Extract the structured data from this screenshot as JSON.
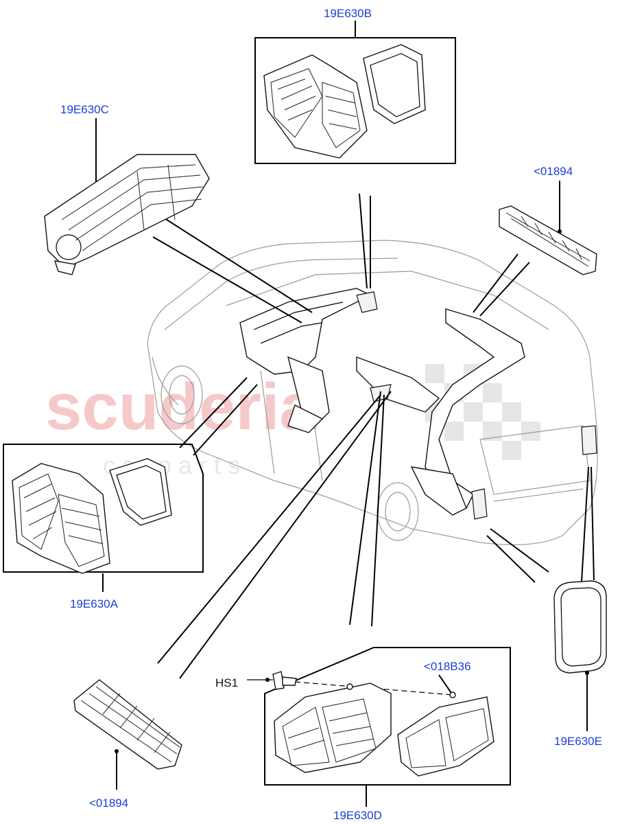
{
  "watermark": {
    "main": "scuderia",
    "sub": "c a r   p a r t s"
  },
  "labels": {
    "a": "19E630A",
    "b": "19E630B",
    "c": "19E630C",
    "d": "19E630D",
    "e": "19E630E",
    "roof_vent": "<01894",
    "floor_vent": "<01894",
    "hs1": "HS1",
    "side_vent": "<018B36"
  }
}
